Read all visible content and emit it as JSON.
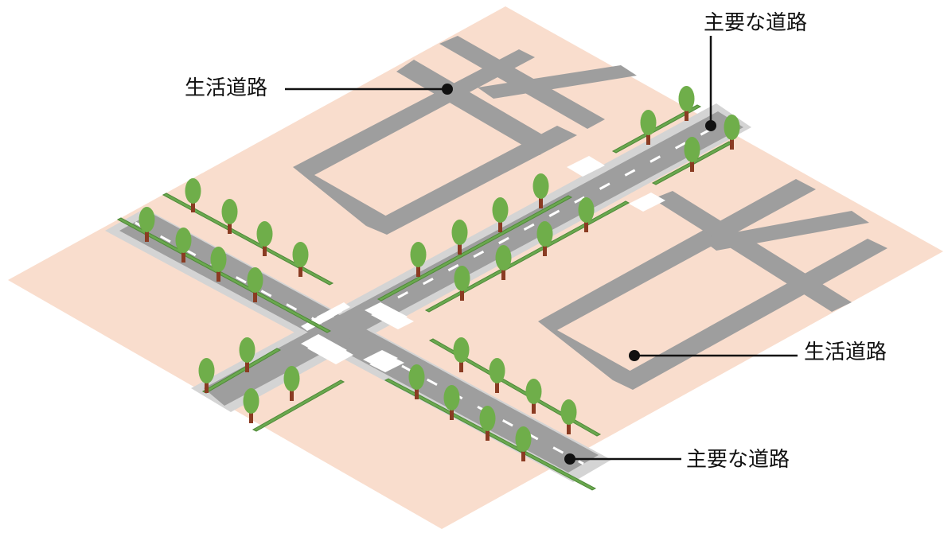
{
  "labels": {
    "main_road_top": "主要な道路",
    "local_road_left": "生活道路",
    "local_road_right": "生活道路",
    "main_road_bottom": "主要な道路"
  },
  "colors": {
    "ground": "#f9ddcd",
    "road": "#9e9e9e",
    "sidewalk": "#d4d4d4",
    "hedge": "#6aa84f",
    "hedge_dark": "#4f8a38",
    "tree_leaf": "#6fae4a",
    "tree_trunk": "#8a3b22",
    "marking": "#ffffff",
    "leader": "#111111"
  }
}
